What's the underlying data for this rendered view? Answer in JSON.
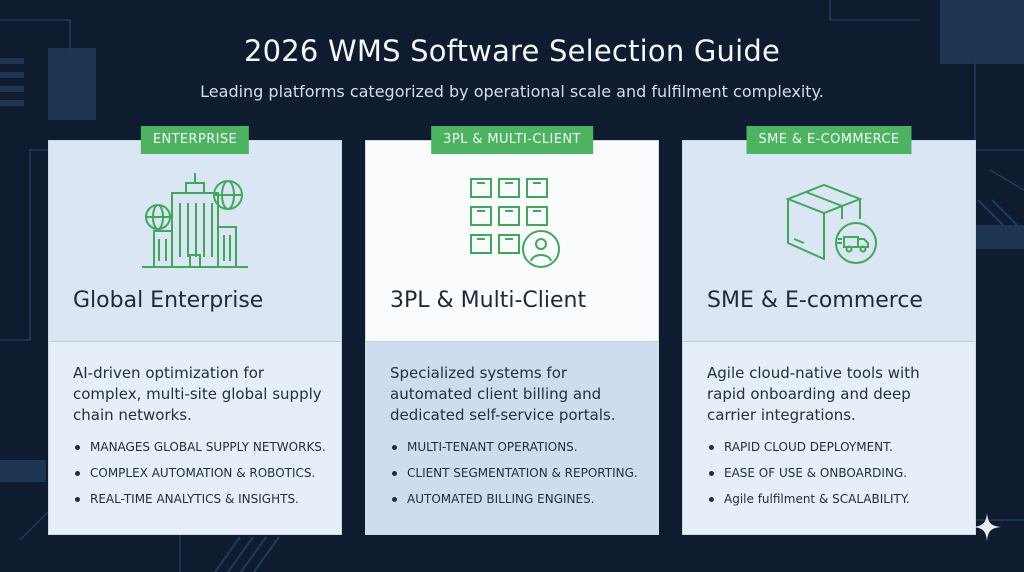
{
  "header": {
    "title": "2026 WMS Software Selection Guide",
    "subtitle": "Leading platforms categorized by operational scale and fulfilment complexity."
  },
  "colors": {
    "background": "#0f1b2e",
    "accent_green": "#4cb461",
    "card_blue": "#dbe6f4"
  },
  "cards": [
    {
      "tag": "ENTERPRISE",
      "icon": "building-globe-icon",
      "title": "Global Enterprise",
      "description": "AI-driven optimization for complex, multi-site global supply chain networks.",
      "bullets": [
        "MANAGES GLOBAL SUPPLY NETWORKS.",
        "COMPLEX AUTOMATION & ROBOTICS.",
        "REAL-TIME ANALYTICS & INSIGHTS."
      ]
    },
    {
      "tag": "3PL & MULTI-CLIENT",
      "icon": "shelving-user-icon",
      "title": "3PL & Multi-Client",
      "description": "Specialized systems for automated client billing and dedicated self-service portals.",
      "bullets": [
        "MULTI-TENANT OPERATIONS.",
        "CLIENT SEGMENTATION & REPORTING.",
        "AUTOMATED BILLING ENGINES."
      ]
    },
    {
      "tag": "SME & E-COMMERCE",
      "icon": "package-delivery-icon",
      "title": "SME & E-commerce",
      "description": "Agile cloud-native tools with rapid onboarding and deep carrier integrations.",
      "bullets": [
        "RAPID CLOUD DEPLOYMENT.",
        "EASE OF USE & ONBOARDING.",
        "Agile fulfilment & SCALABILITY."
      ]
    }
  ]
}
